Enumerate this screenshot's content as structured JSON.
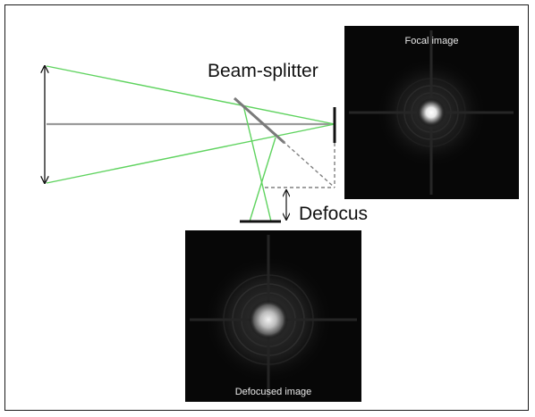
{
  "labels": {
    "beam_splitter": "Beam-splitter",
    "defocus": "Defocus"
  },
  "panels": {
    "focal": {
      "caption": "Focal image"
    },
    "defocused": {
      "caption": "Defocused image"
    }
  },
  "colors": {
    "ray": "#5fd35f",
    "axis": "#9a9a9a",
    "splitter": "#7a7a7a",
    "dashed": "#808080",
    "detector": "#111111",
    "frame": "#1a1a1a",
    "panel_bg": "#070707"
  }
}
